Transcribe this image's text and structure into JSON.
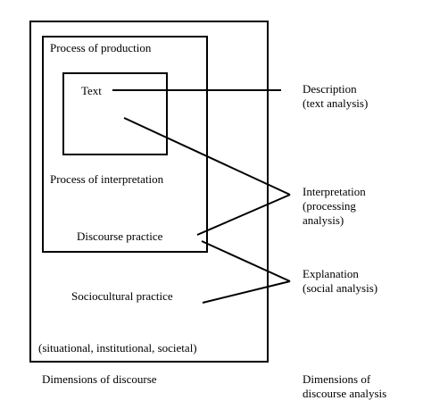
{
  "diagram": {
    "process_of_production": "Process of production",
    "text": "Text",
    "process_of_interpretation": "Process of interpretation",
    "discourse_practice": "Discourse practice",
    "sociocultural_practice": "Sociocultural practice",
    "contexts": "(situational, institutional, societal)",
    "dimensions_of_discourse": "Dimensions of discourse",
    "description": "Description\n(text analysis)",
    "interpretation": "Interpretation\n(processing\nanalysis)",
    "explanation": "Explanation\n(social analysis)",
    "dimensions_of_discourse_analysis": "Dimensions of\ndiscourse analysis"
  }
}
